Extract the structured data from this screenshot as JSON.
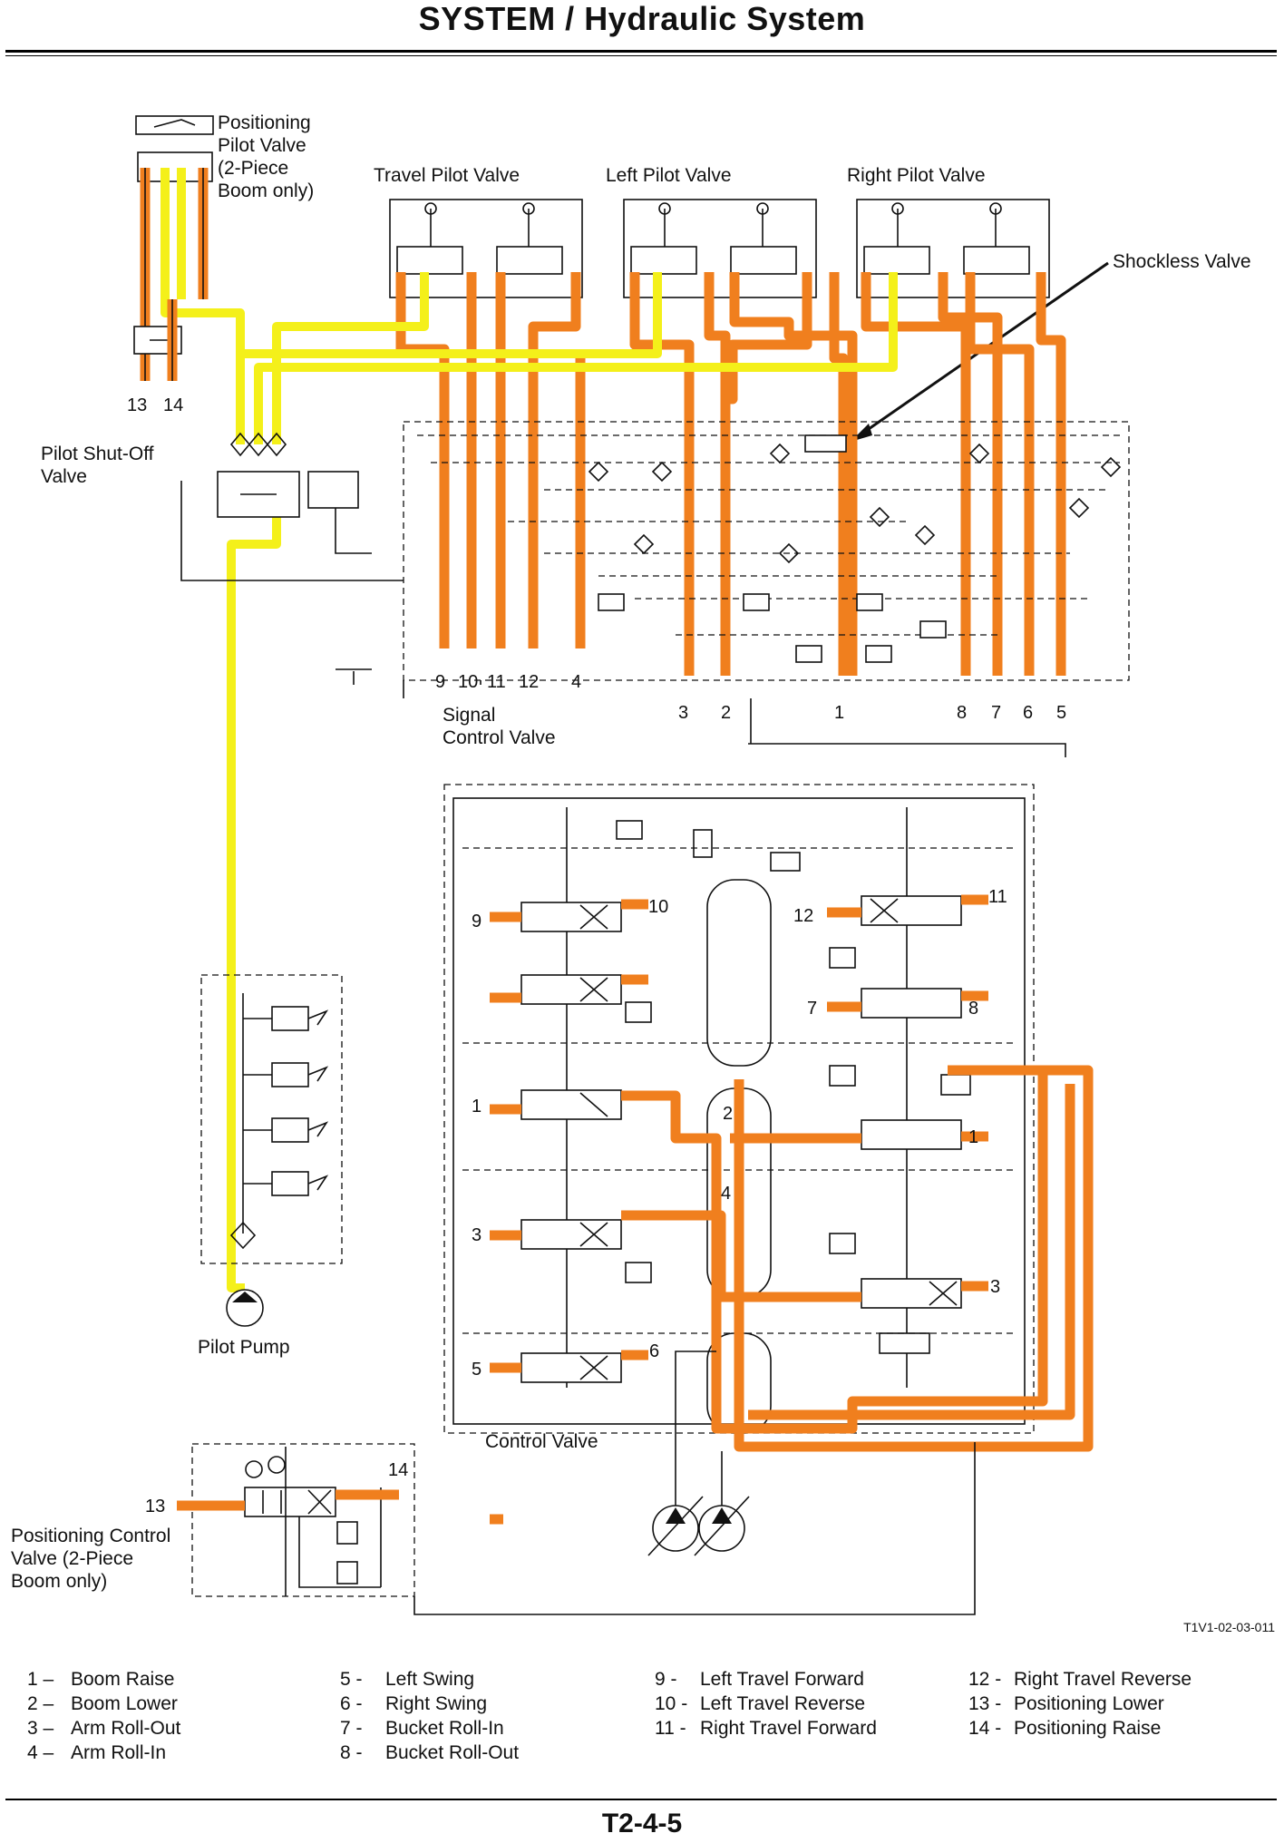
{
  "header": {
    "title": "SYSTEM / Hydraulic System"
  },
  "labels": {
    "positioning_pilot_valve": [
      "Positioning",
      "Pilot  Valve",
      "(2-Piece",
      "Boom only)"
    ],
    "travel_pilot_valve": "Travel Pilot Valve",
    "left_pilot_valve": "Left Pilot Valve",
    "right_pilot_valve": "Right Pilot Valve",
    "shockless_valve": "Shockless Valve",
    "pilot_shutoff_valve": [
      "Pilot Shut-Off",
      "Valve"
    ],
    "signal_control_valve": [
      "Signal",
      "Control Valve"
    ],
    "pilot_pump": "Pilot Pump",
    "control_valve": "Control Valve",
    "positioning_control_valve": [
      "Positioning Control",
      "Valve (2-Piece",
      "Boom only)"
    ]
  },
  "port_numbers": {
    "positioning": [
      "13",
      "14"
    ],
    "signal_left": [
      "9",
      "10",
      "11",
      "12",
      "4"
    ],
    "signal_mid": [
      "3",
      "2",
      "1"
    ],
    "signal_right": [
      "8",
      "7",
      "6",
      "5"
    ],
    "control_valve_ports": [
      "9",
      "10",
      "12",
      "11",
      "7",
      "8",
      "1",
      "2",
      "1",
      "4",
      "3",
      "3",
      "5",
      "6"
    ],
    "positioning_control": [
      "13",
      "14"
    ]
  },
  "figure_code": "T1V1-02-03-011",
  "legend": [
    {
      "num": "1 –",
      "label": "Boom Raise"
    },
    {
      "num": "2 –",
      "label": "Boom Lower"
    },
    {
      "num": "3 –",
      "label": "Arm Roll-Out"
    },
    {
      "num": "4 –",
      "label": "Arm Roll-In"
    },
    {
      "num": "5 -",
      "label": "Left Swing"
    },
    {
      "num": "6 -",
      "label": "Right Swing"
    },
    {
      "num": "7 -",
      "label": "Bucket Roll-In"
    },
    {
      "num": "8 -",
      "label": "Bucket Roll-Out"
    },
    {
      "num": "9 -",
      "label": "Left Travel Forward"
    },
    {
      "num": "10 -",
      "label": "Left Travel Reverse"
    },
    {
      "num": "11 -",
      "label": "Right Travel Forward"
    },
    {
      "num": "12 -",
      "label": "Right Travel Reverse"
    },
    {
      "num": "13 -",
      "label": "Positioning Lower"
    },
    {
      "num": "14 -",
      "label": "Positioning Raise"
    }
  ],
  "page_number": "T2-4-5",
  "colors": {
    "pressure_line": "#f07f1e",
    "pilot_line": "#f4f01a",
    "line": "#111111"
  }
}
